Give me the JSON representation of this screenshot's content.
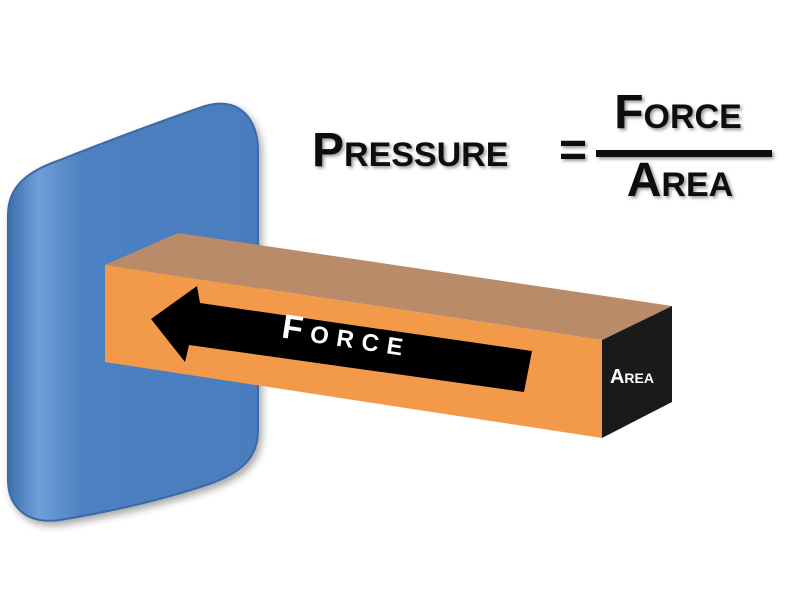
{
  "formula": {
    "lhs": "Pressure",
    "equals": "=",
    "numerator": "Force",
    "denominator": "Area"
  },
  "beam": {
    "arrow_label": "Force",
    "end_label": "Area"
  },
  "colors": {
    "wall": "#4a7fc1",
    "beam_front": "#f39a4a",
    "beam_top": "#b98b68",
    "beam_end": "#1a1a1a",
    "arrow": "#000000",
    "text": "#111111"
  }
}
